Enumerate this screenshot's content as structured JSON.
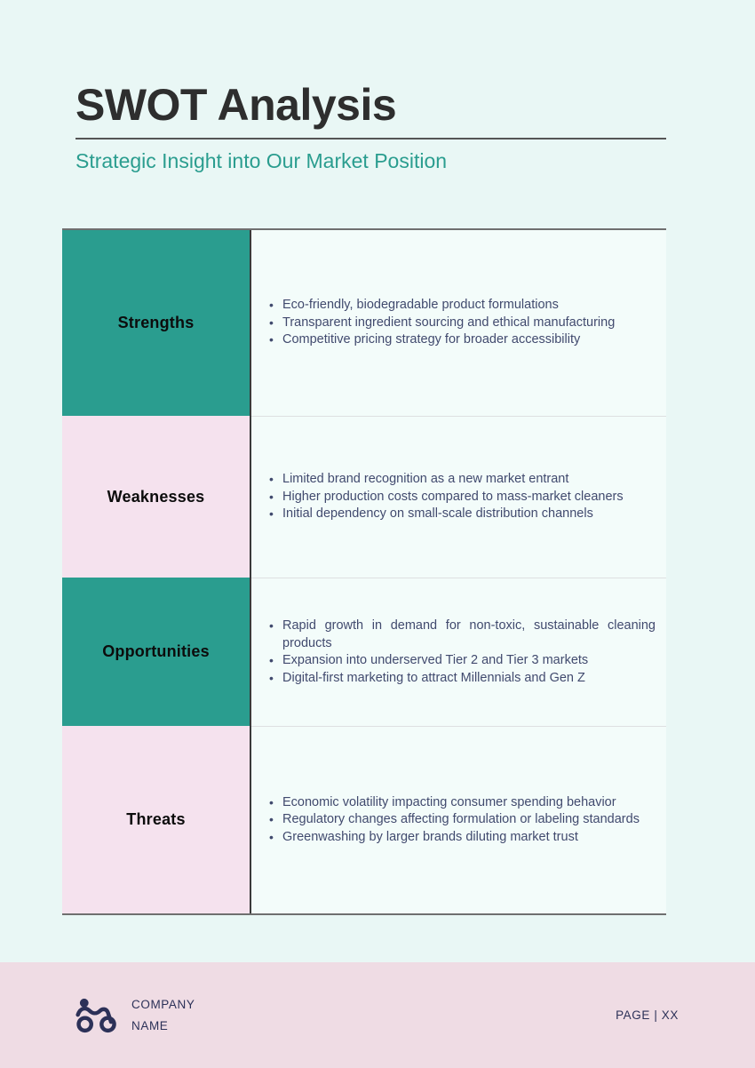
{
  "header": {
    "title": "SWOT Analysis",
    "subtitle": "Strategic Insight into Our Market Position"
  },
  "table": {
    "rows": [
      {
        "label": "Strengths",
        "variant": "teal",
        "items": [
          "Eco-friendly, biodegradable product formulations",
          "Transparent ingredient sourcing and ethical manufacturing",
          "Competitive pricing strategy for broader accessibility"
        ]
      },
      {
        "label": "Weaknesses",
        "variant": "pink",
        "items": [
          "Limited brand recognition as a new market entrant",
          "Higher production costs compared to mass-market cleaners",
          "Initial dependency on small-scale distribution channels"
        ]
      },
      {
        "label": "Opportunities",
        "variant": "teal",
        "items": [
          "Rapid growth in demand for non-toxic, sustainable cleaning products",
          "Expansion into underserved Tier 2 and Tier 3 markets",
          "Digital-first marketing to attract Millennials and Gen Z"
        ]
      },
      {
        "label": "Threats",
        "variant": "pink",
        "items": [
          "Economic volatility impacting consumer spending behavior",
          "Regulatory changes affecting formulation or labeling standards",
          "Greenwashing by larger brands diluting market trust"
        ]
      }
    ]
  },
  "footer": {
    "company_line1": "COMPANY",
    "company_line2": "NAME",
    "page_label": "PAGE | XX",
    "logo_icon": "cyclist-icon"
  },
  "colors": {
    "teal": "#2a9d8f",
    "pink_cell": "#f5e2ee",
    "footer_pink": "#efdce4",
    "page_bg": "#e9f7f5",
    "content_bg": "#f3fcfa",
    "bullet_text": "#414a6e",
    "navy": "#2c3158",
    "title": "#2e2e2e"
  }
}
